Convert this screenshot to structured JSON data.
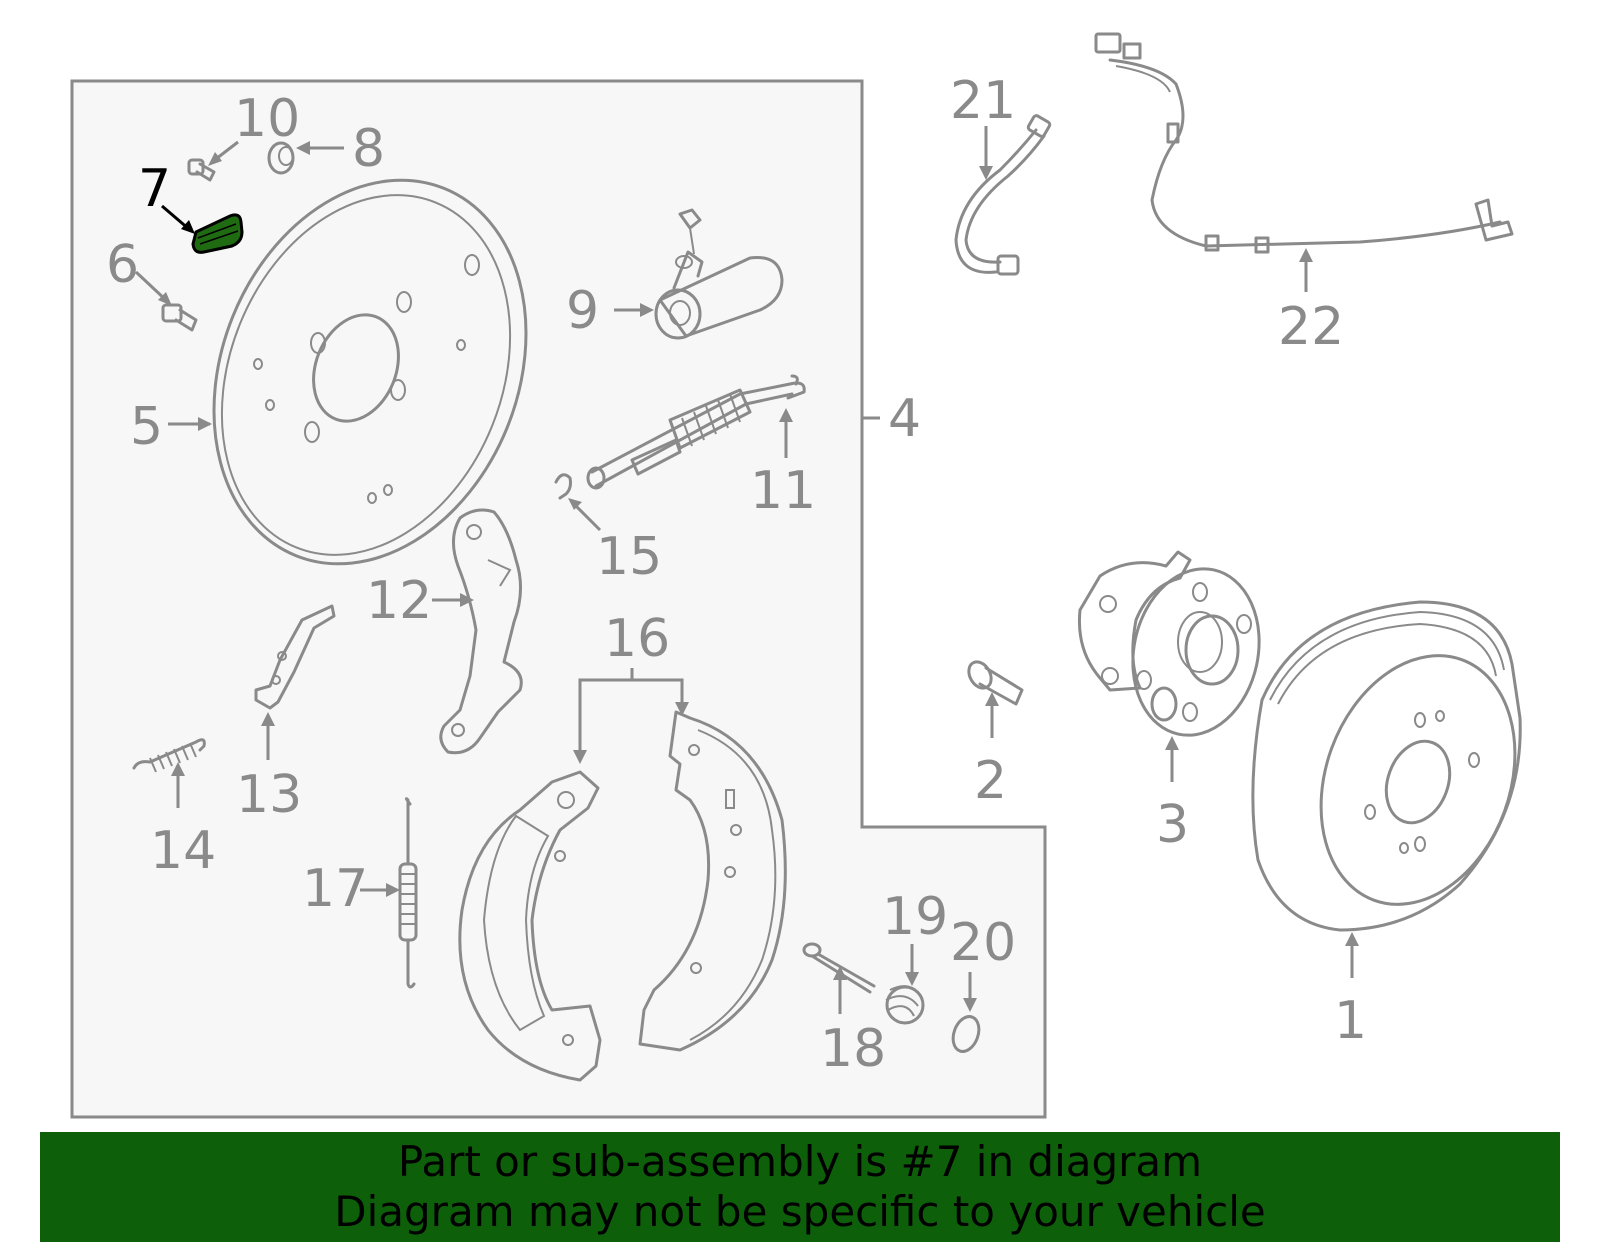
{
  "diagram": {
    "callouts": [
      {
        "id": "1",
        "label": "1"
      },
      {
        "id": "2",
        "label": "2"
      },
      {
        "id": "3",
        "label": "3"
      },
      {
        "id": "4",
        "label": "4"
      },
      {
        "id": "5",
        "label": "5"
      },
      {
        "id": "6",
        "label": "6"
      },
      {
        "id": "7",
        "label": "7",
        "highlighted": true
      },
      {
        "id": "8",
        "label": "8"
      },
      {
        "id": "9",
        "label": "9"
      },
      {
        "id": "10",
        "label": "10"
      },
      {
        "id": "11",
        "label": "11"
      },
      {
        "id": "12",
        "label": "12"
      },
      {
        "id": "13",
        "label": "13"
      },
      {
        "id": "14",
        "label": "14"
      },
      {
        "id": "15",
        "label": "15"
      },
      {
        "id": "16",
        "label": "16"
      },
      {
        "id": "17",
        "label": "17"
      },
      {
        "id": "18",
        "label": "18"
      },
      {
        "id": "19",
        "label": "19"
      },
      {
        "id": "20",
        "label": "20"
      },
      {
        "id": "21",
        "label": "21"
      },
      {
        "id": "22",
        "label": "22"
      }
    ],
    "colors": {
      "line": "#8a8a8a",
      "highlight_part": "#1f6b12",
      "highlight_label": "#000000",
      "group_box_fill": "#f7f7f7",
      "banner_bg": "#0e5f0a"
    }
  },
  "banner": {
    "line1": "Part or sub-assembly is #7 in diagram",
    "line2": "Diagram may not be specific to your vehicle"
  }
}
